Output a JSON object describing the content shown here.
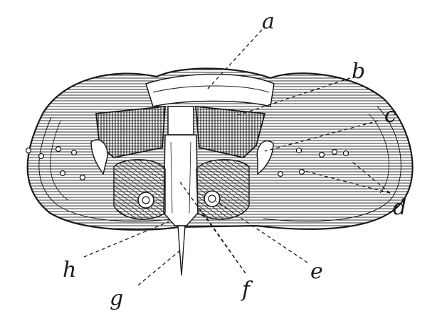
{
  "figure": {
    "labels": {
      "a": "a",
      "b": "b",
      "c": "c",
      "d": "d",
      "e": "e",
      "f": "f",
      "g": "g",
      "h": "h"
    },
    "ink_color": "#1a1a1a",
    "paper_color": "#ffffff"
  }
}
